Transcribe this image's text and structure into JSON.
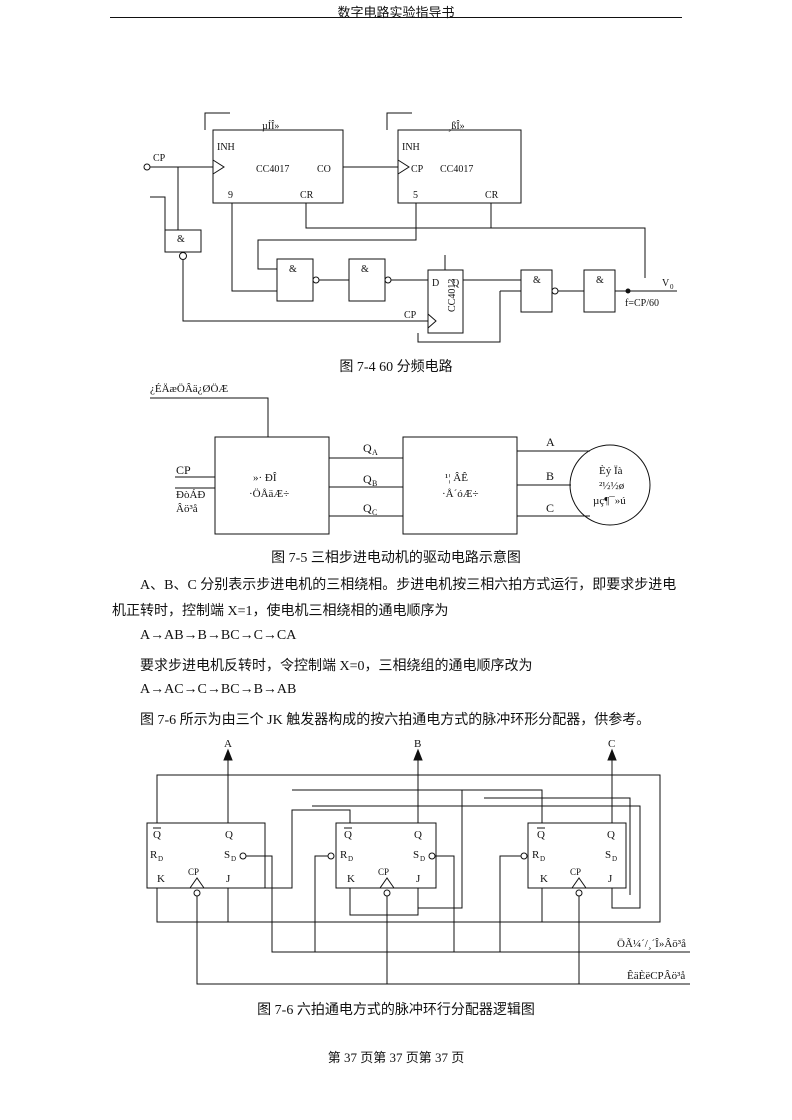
{
  "header": "数字电路实验指导书",
  "fig74": {
    "chip1_top": "µÍÎ»",
    "chip2_top": "¸ßÎ»",
    "inh": "INH",
    "chip_name": "CC4017",
    "co": "CO",
    "cr": "CR",
    "pin9": "9",
    "pin5": "5",
    "cp": "CP",
    "and": "&",
    "ff_name": "CC4013",
    "d": "D",
    "q": "Q",
    "out": "V",
    "out_sub": "0",
    "freq": "f=CP/60",
    "caption": "图 7-4 60 分频电路"
  },
  "fig75": {
    "top_label": "¿ÉÄæÖÂä¿ØÖÆ",
    "cp": "CP",
    "in_label1": "ÐòÁÐ",
    "in_label2": "Âö³å",
    "box1_line1": "»·  ÐÎ",
    "box1_line2": "·ÖÅäÆ÷",
    "box2_line1": "¹¦  ÂÊ",
    "box2_line2": "·Å´óÆ÷",
    "qa": "Q",
    "qa_sub": "A",
    "qb": "Q",
    "qb_sub": "B",
    "qc": "Q",
    "qc_sub": "C",
    "a": "A",
    "b": "B",
    "c": "C",
    "motor1": "Èý Ïà",
    "motor2": "²½½ø",
    "motor3": "µç¶¯»ú",
    "caption": "图 7-5  三相步进电动机的驱动电路示意图"
  },
  "text": {
    "p1a": "A、B、C 分别表示步进电机的三相绕相。步进电机按三相六拍方式运行，即要求步进电",
    "p1b": "机正转时，控制端 X=1，使电机三相绕相的通电顺序为",
    "seq1": "A→AB→B→BC→C→CA",
    "p2": "要求步进电机反转时，令控制端 X=0，三相绕组的通电顺序改为",
    "seq2": "A→AC→C→BC→B→AB",
    "p3": "图 7-6 所示为由三个 JK 触发器构成的按六拍通电方式的脉冲环形分配器，供参考。"
  },
  "fig76": {
    "a": "A",
    "b": "B",
    "c": "C",
    "qbar": "Q",
    "q": "Q",
    "rd": "R",
    "sd": "S",
    "d_sub": "D",
    "k": "K",
    "j": "J",
    "cp": "CP",
    "line1": "ÖÃ¼´/¸´Î»Âö³å",
    "line2": "ÊäÈëCPÂö³å",
    "caption": "图 7-6  六拍通电方式的脉冲环行分配器逻辑图"
  },
  "footer": "第 37 页第 37 页第 37 页"
}
